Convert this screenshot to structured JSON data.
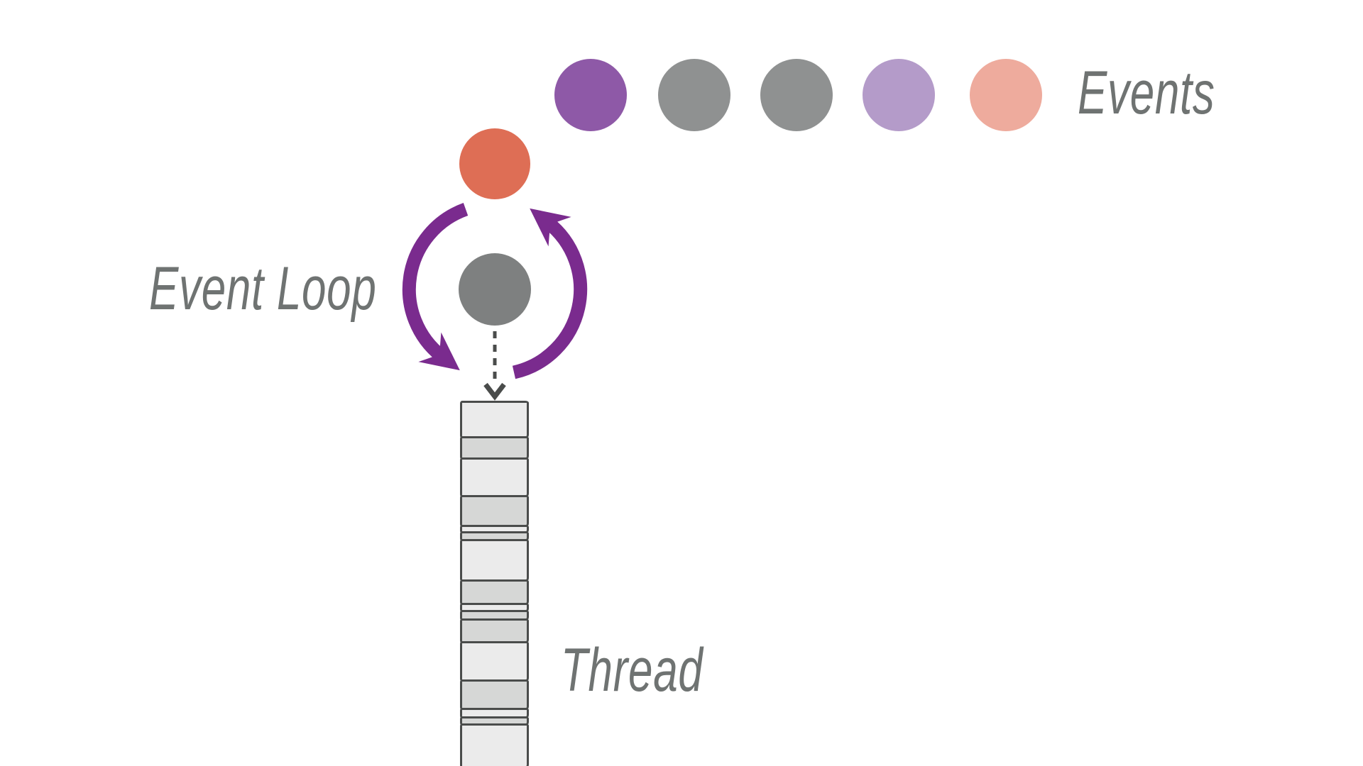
{
  "labels": {
    "events": "Events",
    "event_loop": "Event Loop",
    "thread": "Thread"
  },
  "colors": {
    "bg": "#ffffff",
    "label": "#6f7372",
    "arrow": "#7a2b8e",
    "dash": "#4a4c4b",
    "stack-border": "#4a4c4b",
    "seg-light": "#ebebeb",
    "seg-dark": "#d6d7d6",
    "loop-circle": "#7e8080",
    "active-event": "#de6e55"
  },
  "event_queue": {
    "circle_colors": [
      "#8e59a7",
      "#8f9191",
      "#8f9191",
      "#b49bc9",
      "#eeab9d"
    ]
  },
  "active_event_color": "#de6e55",
  "event_loop": {
    "center_circle_color": "#7e8080",
    "loop_arrow_color": "#7a2b8e",
    "direction": "counterclockwise"
  },
  "thread_stack": {
    "border_color": "#4a4c4b",
    "segments": [
      {
        "h": 50,
        "tone": "light"
      },
      {
        "h": 30,
        "tone": "dark"
      },
      {
        "h": 53,
        "tone": "light"
      },
      {
        "h": 42,
        "tone": "dark"
      },
      {
        "h": 9,
        "tone": "light"
      },
      {
        "h": 11,
        "tone": "dark"
      },
      {
        "h": 57,
        "tone": "light"
      },
      {
        "h": 33,
        "tone": "dark"
      },
      {
        "h": 10,
        "tone": "light"
      },
      {
        "h": 12,
        "tone": "dark"
      },
      {
        "h": 32,
        "tone": "dark"
      },
      {
        "h": 54,
        "tone": "light"
      },
      {
        "h": 40,
        "tone": "dark"
      },
      {
        "h": 12,
        "tone": "light"
      },
      {
        "h": 10,
        "tone": "dark"
      },
      {
        "h": 60,
        "tone": "light"
      }
    ]
  }
}
